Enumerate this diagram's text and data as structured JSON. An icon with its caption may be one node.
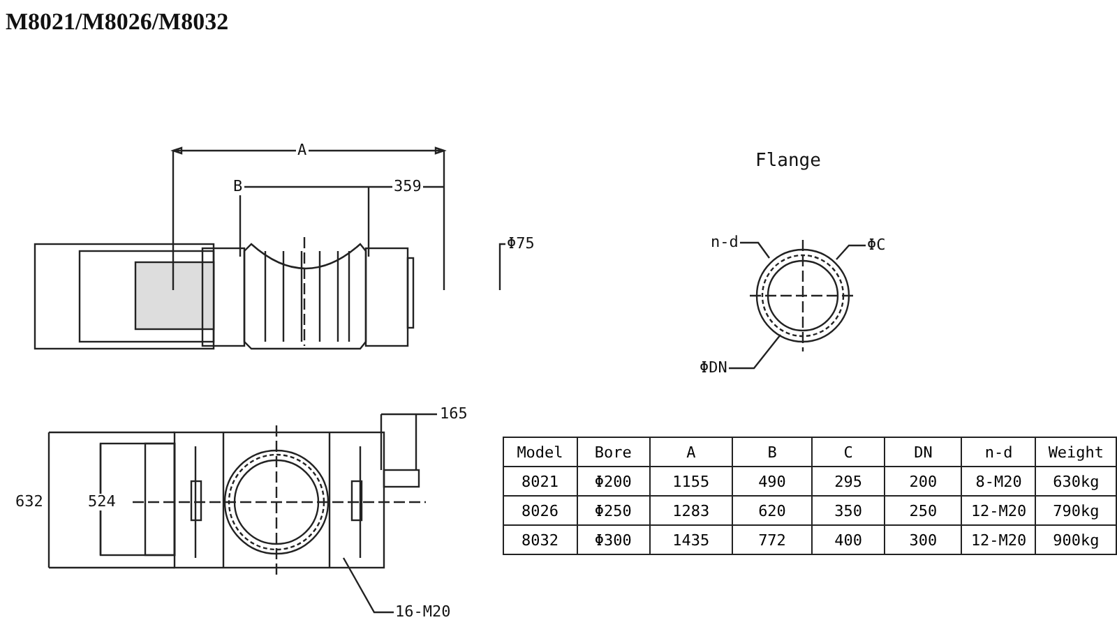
{
  "diagram": {
    "title": "M8021/M8026/M8032",
    "nodes": [
      {
        "text": [
          "n-d"
        ]
      },
      {
        "text": [
          "ΦC"
        ]
      },
      {
        "text": [
          "ΦDN"
        ]
      },
      {
        "text": [
          "Φ75"
        ]
      },
      {
        "text": [
          "16-M20"
        ]
      }
    ],
    "edges": [
      {
        "from": 0,
        "to": null,
        "arrow": "none"
      },
      {
        "from": 1,
        "to": null,
        "arrow": "none"
      },
      {
        "from": 2,
        "to": null,
        "arrow": "none"
      },
      {
        "from": 3,
        "to": null,
        "arrow": "none"
      },
      {
        "from": 4,
        "to": null,
        "arrow": "none"
      }
    ],
    "labels": [
      "Flange",
      "A",
      "B",
      "359",
      "165",
      "632",
      "524",
      "Model",
      "Bore",
      "A",
      "B",
      "C",
      "DN",
      "n-d",
      "Weight",
      "8021",
      "Φ200",
      "1155",
      "490",
      "295",
      "200",
      "8-M20",
      "630kg",
      "8026",
      "Φ250",
      "1283",
      "620",
      "350",
      "250",
      "12-M20",
      "790kg",
      "8032",
      "Φ300",
      "1435",
      "772",
      "400",
      "300",
      "12-M20",
      "900kg"
    ]
  }
}
